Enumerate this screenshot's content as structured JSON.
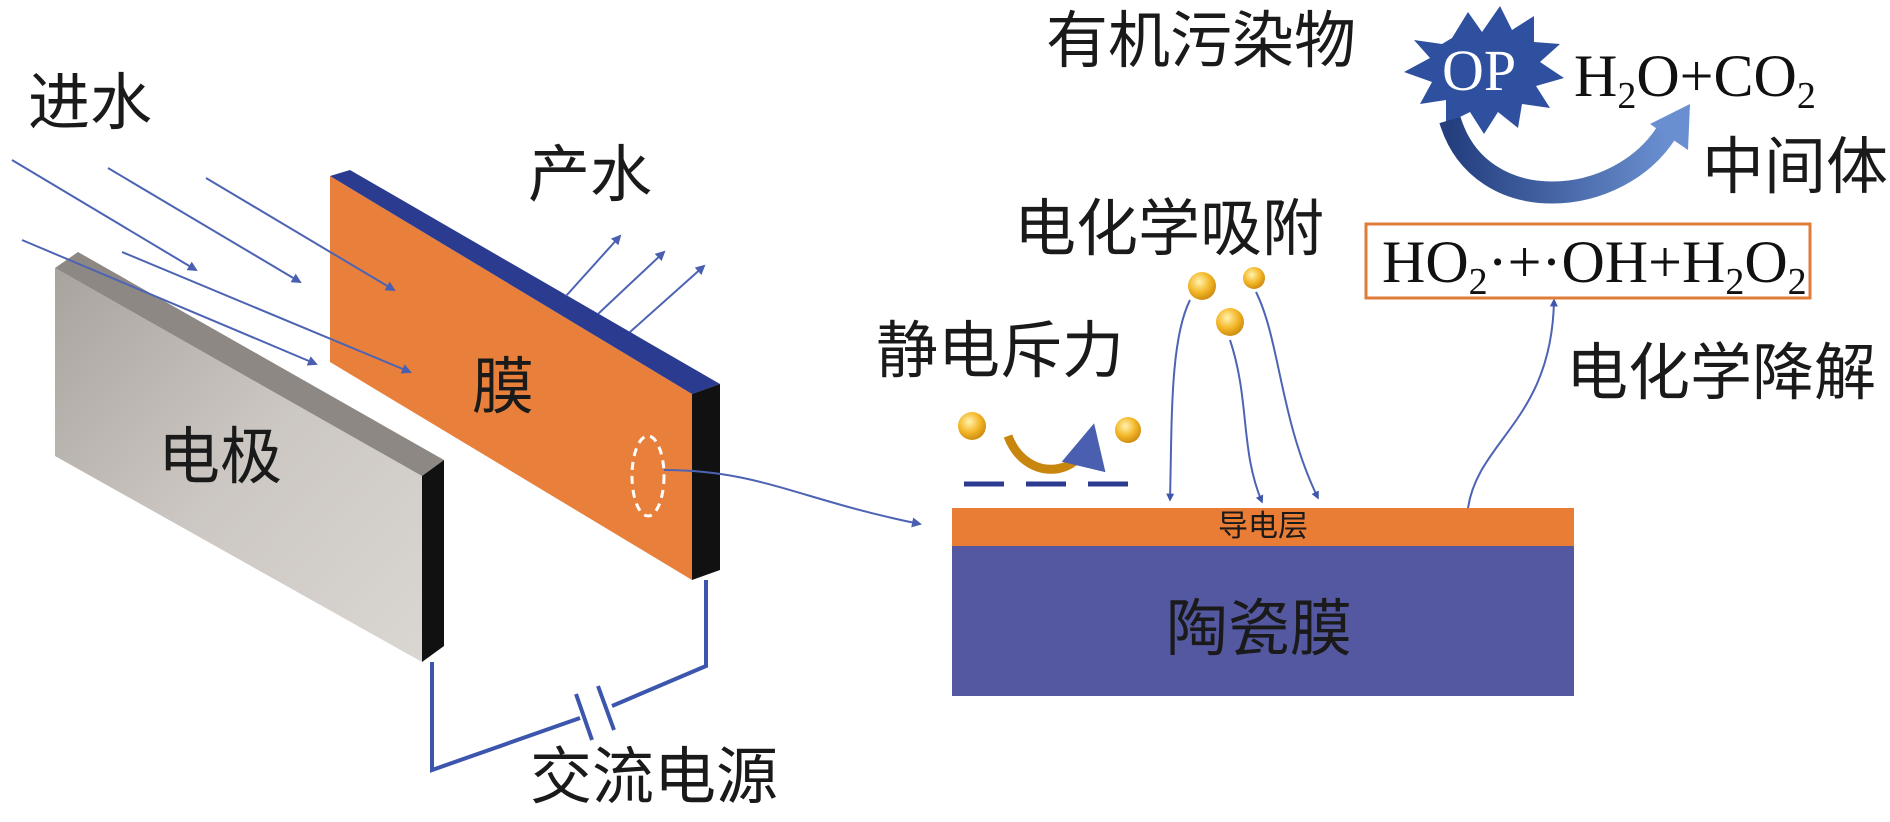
{
  "labels": {
    "inlet": "进水",
    "outlet": "产水",
    "membrane": "膜",
    "electrode": "电极",
    "power": "交流电源",
    "repulsion": "静电斥力",
    "adsorption": "电化学吸附",
    "degradation": "电化学降解",
    "conductive_layer": "导电层",
    "ceramic_membrane": "陶瓷膜",
    "pollutant": "有机污染物",
    "op": "OP",
    "intermediate": "中间体"
  },
  "products": {
    "h": "H",
    "sub2": "2",
    "o_plus_c": "O+CO",
    "sub2b": "2"
  },
  "radicals": {
    "ho": "HO",
    "sub2": "2",
    "mid": "·+·OH+H",
    "sub2b": "2",
    "o": "O",
    "sub2c": "2"
  },
  "colors": {
    "membrane_face": "#e8803c",
    "membrane_edge": "#2b3b8f",
    "electrode_face": "#bdb8b3",
    "electrode_edge": "#111111",
    "ceramic": "#5358a0",
    "conductive": "#ea7d36",
    "arrow": "#5a6fb8",
    "particle": "#f0b323",
    "box_border": "#e07c3a",
    "op_burst": "#2f4f9f"
  }
}
